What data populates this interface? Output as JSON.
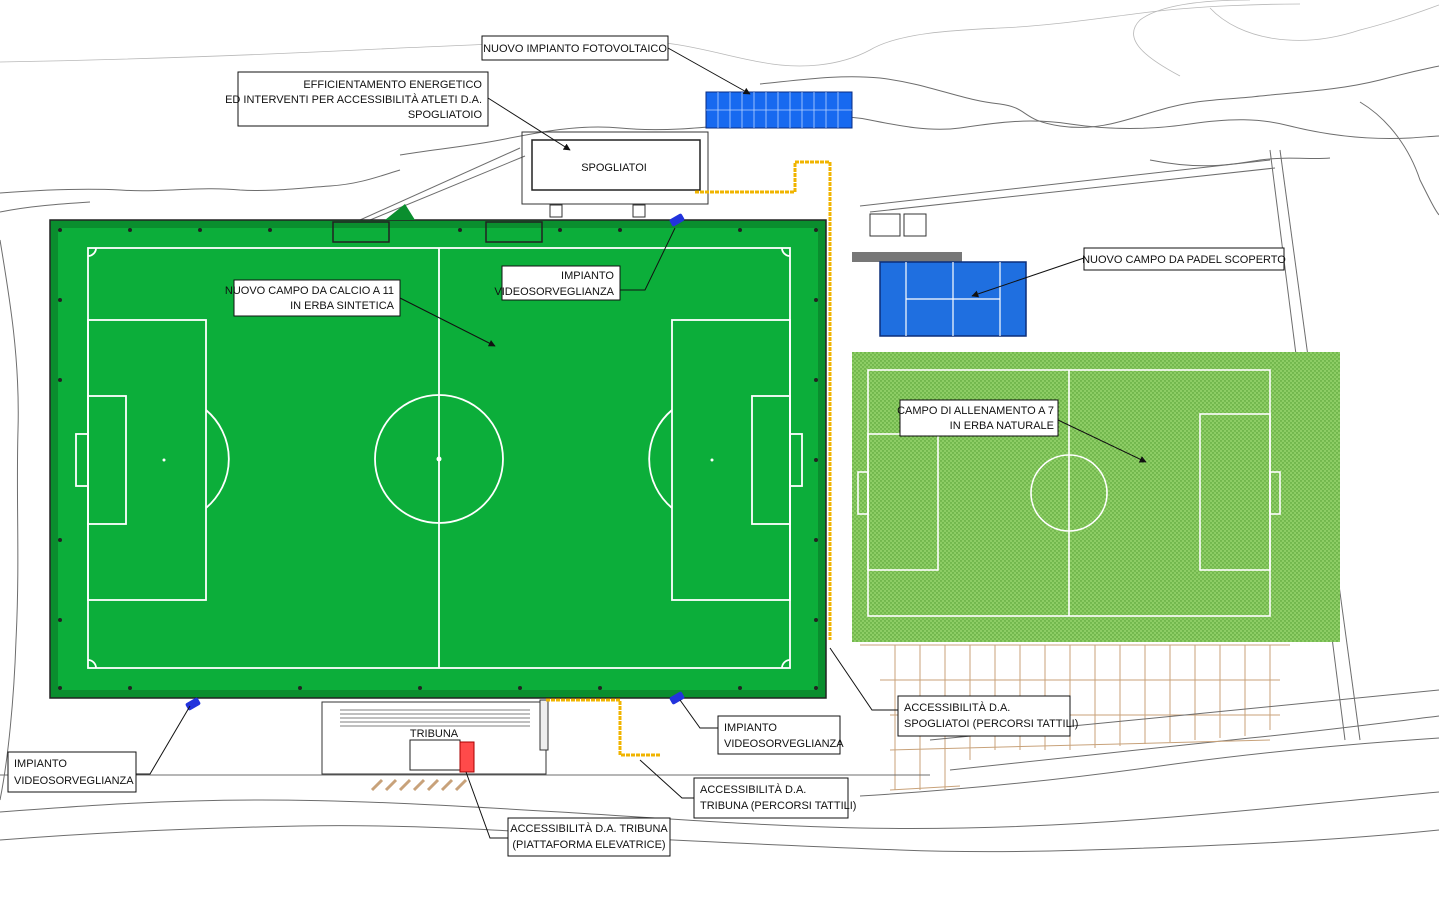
{
  "labels": {
    "fotovoltaico": "NUOVO IMPIANTO FOTOVOLTAICO",
    "efficientamento_1": "EFFICIENTAMENTO ENERGETICO",
    "efficientamento_2": "ED INTERVENTI PER ACCESSIBILITÀ ATLETI D.A.",
    "efficientamento_3": "SPOGLIATOIO",
    "spogliatoi": "SPOGLIATOI",
    "campo_calcio_1": "NUOVO CAMPO DA CALCIO A 11",
    "campo_calcio_2": "IN ERBA SINTETICA",
    "video_top_1": "IMPIANTO",
    "video_top_2": "VIDEOSORVEGLIANZA",
    "padel": "NUOVO CAMPO DA PADEL SCOPERTO",
    "allenamento_1": "CAMPO DI ALLENAMENTO A 7",
    "allenamento_2": "IN ERBA NATURALE",
    "tribuna": "TRIBUNA",
    "video_left_1": "IMPIANTO",
    "video_left_2": "VIDEOSORVEGLIANZA",
    "video_right_1": "IMPIANTO",
    "video_right_2": "VIDEOSORVEGLIANZA",
    "accessibilita_spogliatoi_1": "ACCESSIBILITÀ D.A.",
    "accessibilita_spogliatoi_2": "SPOGLIATOI (PERCORSI TATTILI)",
    "accessibilita_tribuna_1": "ACCESSIBILITÀ D.A.",
    "accessibilita_tribuna_2": "TRIBUNA (PERCORSI TATTILI)",
    "piattaforma_1": "ACCESSIBILITÀ D.A. TRIBUNA",
    "piattaforma_2": "(PIATTAFORMA ELEVATRICE)"
  },
  "colors": {
    "synthetic_turf": "#0cae3a",
    "natural_grass": "#82c85a",
    "padel_court": "#1f6fe0",
    "solar_panels": "#1769f0",
    "camera": "#2233dd",
    "tactile_path": "#f0b400",
    "elevator_platform": "#ff4a4a",
    "terrain_lines": "#c8a27a"
  },
  "icons": [
    "camera-icon",
    "solar-panel-icon"
  ]
}
